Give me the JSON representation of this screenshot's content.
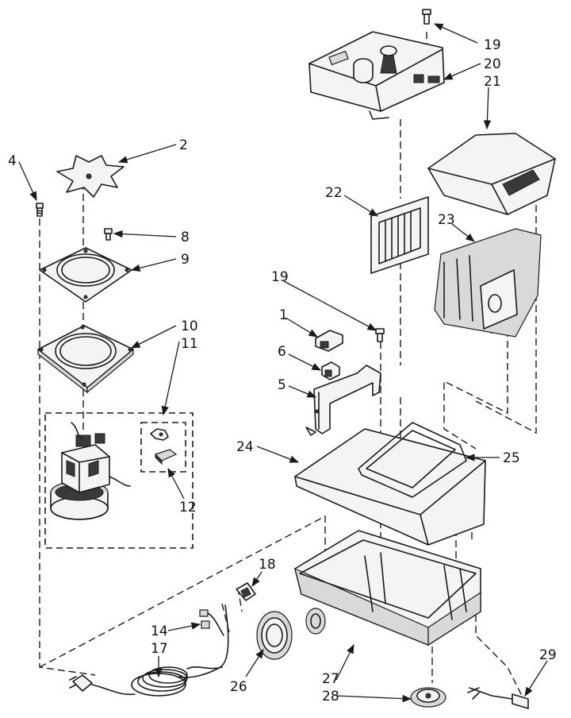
{
  "callouts": {
    "c1": "1",
    "c2": "2",
    "c4": "4",
    "c5": "5",
    "c6": "6",
    "c8": "8",
    "c9": "9",
    "c10": "10",
    "c11": "11",
    "c12": "12",
    "c14": "14",
    "c17": "17",
    "c18": "18",
    "c19a": "19",
    "c19b": "19",
    "c20": "20",
    "c21": "21",
    "c22": "22",
    "c23": "23",
    "c24": "24",
    "c25": "25",
    "c26": "26",
    "c27": "27",
    "c28": "28",
    "c29": "29"
  }
}
